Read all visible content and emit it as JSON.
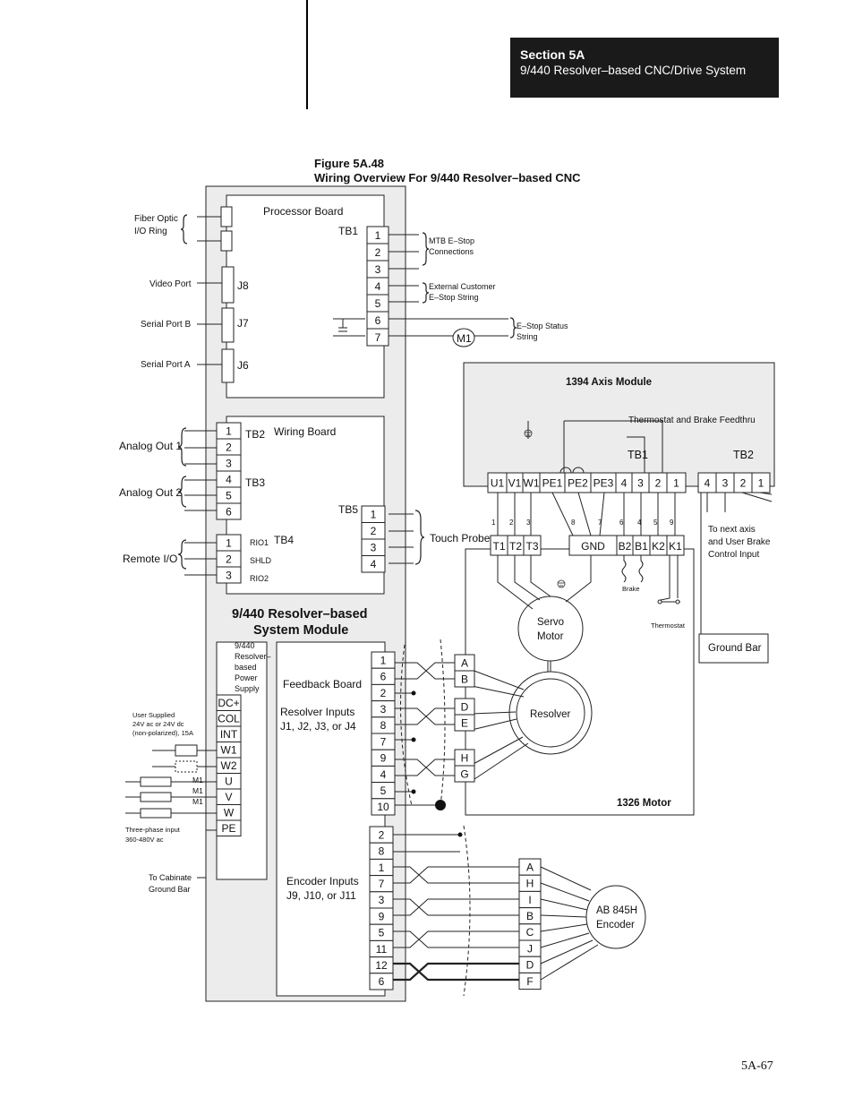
{
  "header": {
    "section": "Section 5A",
    "subtitle": "9/440 Resolver–based CNC/Drive System"
  },
  "figure": {
    "number": "Figure 5A.48",
    "title": "Wiring Overview For 9/440 Resolver–based CNC"
  },
  "page_number": "5A-67",
  "system_module": {
    "line1": "9/440 Resolver–based",
    "line2": "System Module"
  },
  "processor_board": {
    "label": "Processor Board",
    "tb1": "TB1",
    "terminals": [
      "1",
      "2",
      "3",
      "4",
      "5",
      "6",
      "7"
    ],
    "j8": "J8",
    "j7": "J7",
    "j6": "J6",
    "left_labels": {
      "fiber1": "Fiber Optic",
      "fiber2": "I/O Ring",
      "video": "Video Port",
      "serial_b": "Serial Port B",
      "serial_a": "Serial Port A"
    },
    "right_labels": {
      "mtb1": "MTB E–Stop",
      "mtb2": "Connections",
      "ext1": "External Customer",
      "ext2": "E–Stop String",
      "status1": "E–Stop Status",
      "status2": "String",
      "m1": "M1"
    }
  },
  "wiring_board": {
    "label": "Wiring Board",
    "tb2": "TB2",
    "tb3": "TB3",
    "tb4": "TB4",
    "tb5": "TB5",
    "tb23_terminals": [
      "1",
      "2",
      "3",
      "4",
      "5",
      "6"
    ],
    "tb4_terminals": [
      "1",
      "2",
      "3"
    ],
    "tb4_signals": [
      "RIO1",
      "SHLD",
      "RIO2"
    ],
    "tb5_terminals": [
      "1",
      "2",
      "3",
      "4"
    ],
    "analog_out1": "Analog Out 1",
    "analog_out2": "Analog Out 2",
    "remote_io": "Remote I/O",
    "touch_probe": "Touch Probe"
  },
  "power_supply": {
    "label_lines": [
      "9/440",
      "Resolver–",
      "based",
      "Power",
      "Supply"
    ],
    "terminals": [
      "DC+",
      "COL",
      "INT",
      "W1",
      "W2",
      "U",
      "V",
      "W",
      "PE"
    ],
    "user_supplied": [
      "User Supplied",
      "24V ac or 24V dc",
      "(non-polarized), 15A"
    ],
    "m1_labels": [
      "M1",
      "M1",
      "M1"
    ],
    "three_phase": [
      "Three-phase input",
      "360-480V ac"
    ],
    "ground": [
      "To Cabinate",
      "Ground Bar"
    ]
  },
  "feedback_board": {
    "label": "Feedback Board",
    "resolver_inputs": [
      "Resolver Inputs",
      "J1, J2, J3, or J4"
    ],
    "resolver_terminals": [
      "1",
      "6",
      "2",
      "3",
      "8",
      "7",
      "9",
      "4",
      "5",
      "10"
    ],
    "encoder_inputs": [
      "Encoder Inputs",
      "J9, J10, or J11"
    ],
    "encoder_terminals": [
      "2",
      "8",
      "1",
      "7",
      "3",
      "9",
      "5",
      "11",
      "12",
      "6"
    ]
  },
  "axis_module": {
    "label": "1394 Axis Module",
    "thermostat_feedthru": "Thermostat and Brake Feedthru",
    "tb1": "TB1",
    "tb2": "TB2",
    "tb1_terminals": [
      "U1",
      "V1",
      "W1",
      "PE1",
      "PE2",
      "PE3",
      "4",
      "3",
      "2",
      "1"
    ],
    "tb2_terminals": [
      "4",
      "3",
      "2",
      "1"
    ],
    "small_numbers": [
      "1",
      "2",
      "3",
      "8",
      "7",
      "6",
      "4",
      "5",
      "9"
    ],
    "next_axis": [
      "To next axis",
      "and User Brake",
      "Control Input"
    ]
  },
  "motor": {
    "label": "1326 Motor",
    "terminals": [
      "T1",
      "T2",
      "T3",
      "GND",
      "B2",
      "B1",
      "K2",
      "K1"
    ],
    "brake": "Brake",
    "thermostat": "Thermostat",
    "servo": [
      "Servo",
      "Motor"
    ],
    "resolver": "Resolver",
    "resolver_terminals": [
      "A",
      "B",
      "D",
      "E",
      "H",
      "G"
    ],
    "ground_bar": "Ground Bar"
  },
  "encoder": {
    "label": [
      "AB 845H",
      "Encoder"
    ],
    "terminals": [
      "A",
      "H",
      "I",
      "B",
      "C",
      "J",
      "D",
      "F"
    ]
  }
}
